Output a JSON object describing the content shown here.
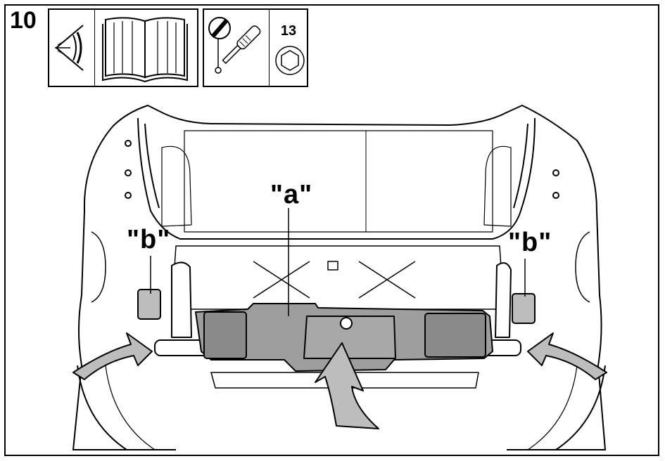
{
  "step": {
    "number": "10"
  },
  "tools": {
    "wrench_size": "13",
    "icons": [
      "eye-icon",
      "manual-book-icon",
      "screwdriver-icon",
      "hex-socket-icon"
    ]
  },
  "callouts": {
    "a": "\"a\"",
    "b_left": "\"b\"",
    "b_right": "\"b\""
  }
}
